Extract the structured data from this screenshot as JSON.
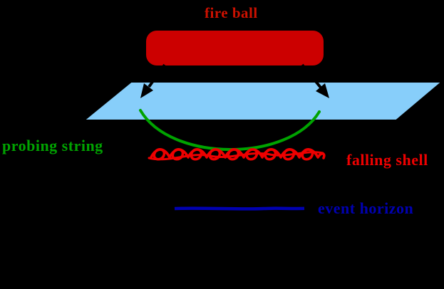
{
  "labels": {
    "fire_ball": "fire ball",
    "probing_string": "probing string",
    "falling_shell": "falling shell",
    "event_horizon": "event horizon"
  },
  "colors": {
    "bg": "#000000",
    "fireball": "#cc0000",
    "fireball_text": "#cc1100",
    "plane": "#87cefa",
    "arrow": "#000000",
    "string_green": "#00a300",
    "shell_red": "#ee0000",
    "horizon_blue": "#0000b0"
  }
}
